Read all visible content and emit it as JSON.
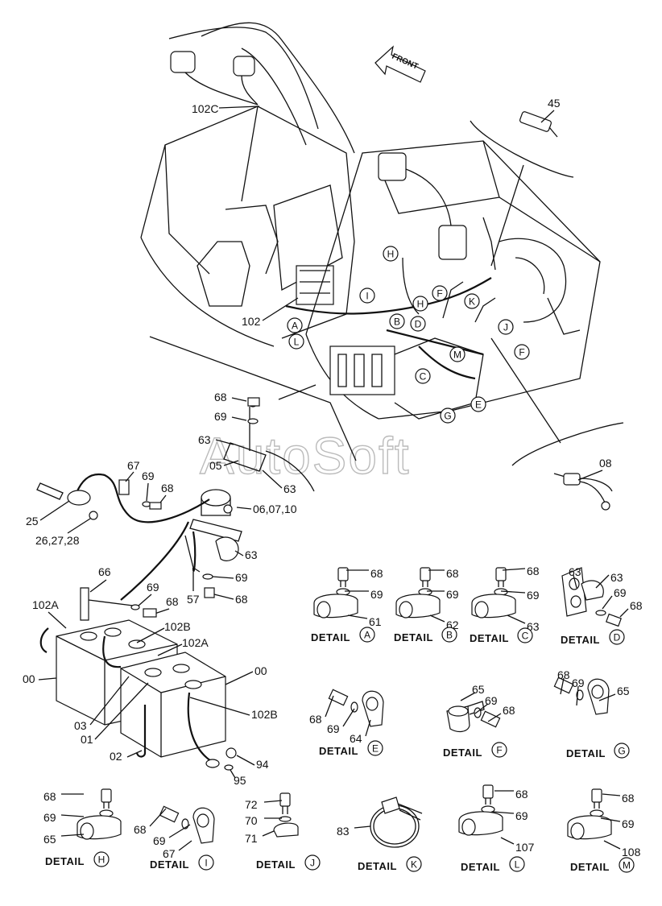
{
  "front_label": "FRONT",
  "watermark": "AutoSoft",
  "callouts": {
    "c45": "45",
    "c102c": "102C",
    "c102": "102",
    "c08": "08",
    "c68a": "68",
    "c69a": "69",
    "c63a": "63",
    "c05": "05",
    "c63b": "63",
    "c67": "67",
    "c69b": "69",
    "c68b": "68",
    "c060710": "06,07,10",
    "c25": "25",
    "c262728": "26,27,28",
    "c63c": "63",
    "c69c": "69",
    "c57": "57",
    "c68c": "68",
    "c66": "66",
    "c69d": "69",
    "c68d": "68",
    "c102a1": "102A",
    "c102b1": "102B",
    "c102a2": "102A",
    "c00a": "00",
    "c00b": "00",
    "c03": "03",
    "c01": "01",
    "c102b2": "102B",
    "c02": "02",
    "c94": "94",
    "c95": "95"
  },
  "view_letters": [
    "H",
    "I",
    "H",
    "F",
    "K",
    "A",
    "L",
    "B",
    "D",
    "J",
    "M",
    "F",
    "C",
    "G",
    "E"
  ],
  "details": [
    {
      "letter": "A",
      "title": "DETAIL",
      "parts": [
        "68",
        "69",
        "61"
      ]
    },
    {
      "letter": "B",
      "title": "DETAIL",
      "parts": [
        "68",
        "69",
        "62"
      ]
    },
    {
      "letter": "C",
      "title": "DETAIL",
      "parts": [
        "68",
        "69",
        "63"
      ]
    },
    {
      "letter": "D",
      "title": "DETAIL",
      "parts": [
        "63",
        "63",
        "69",
        "68"
      ]
    },
    {
      "letter": "E",
      "title": "DETAIL",
      "parts": [
        "68",
        "69",
        "64"
      ]
    },
    {
      "letter": "F",
      "title": "DETAIL",
      "parts": [
        "65",
        "69",
        "68"
      ]
    },
    {
      "letter": "G",
      "title": "DETAIL",
      "parts": [
        "68",
        "69",
        "65"
      ]
    },
    {
      "letter": "H",
      "title": "DETAIL",
      "parts": [
        "68",
        "69",
        "65"
      ]
    },
    {
      "letter": "I",
      "title": "DETAIL",
      "parts": [
        "68",
        "69",
        "67"
      ]
    },
    {
      "letter": "J",
      "title": "DETAIL",
      "parts": [
        "72",
        "70",
        "71"
      ]
    },
    {
      "letter": "K",
      "title": "DETAIL",
      "parts": [
        "83"
      ]
    },
    {
      "letter": "L",
      "title": "DETAIL",
      "parts": [
        "68",
        "69",
        "107"
      ]
    },
    {
      "letter": "M",
      "title": "DETAIL",
      "parts": [
        "68",
        "69",
        "108"
      ]
    }
  ]
}
